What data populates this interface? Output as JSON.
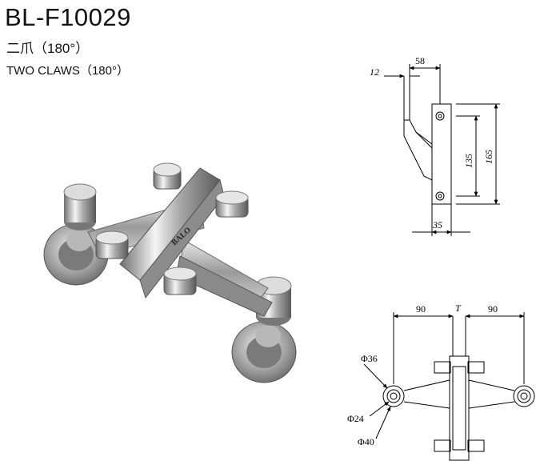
{
  "header": {
    "model": "BL-F10029",
    "subtitle_cn": "二爪（180°）",
    "subtitle_en": "TWO CLAWS（180°）"
  },
  "product": {
    "brand_mark": "BALO"
  },
  "side_view": {
    "dims": {
      "top_offset": "12",
      "top_width": "58",
      "hole_spacing": "135",
      "overall_height": "165",
      "base_width": "35"
    }
  },
  "front_view": {
    "dims": {
      "left_arm": "90",
      "right_arm": "90",
      "thickness": "T",
      "d_outer": "Φ36",
      "d_inner": "Φ24",
      "d_washer": "Φ40"
    }
  }
}
